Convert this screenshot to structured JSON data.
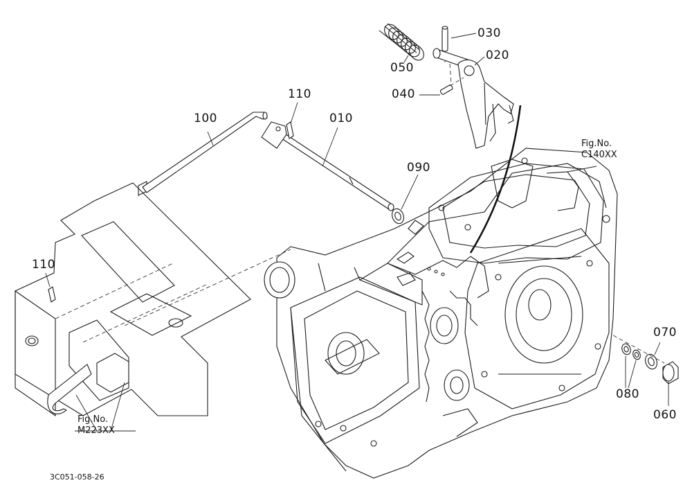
{
  "callouts": {
    "p010": "010",
    "p020": "020",
    "p030": "030",
    "p040": "040",
    "p050": "050",
    "p060": "060",
    "p070": "070",
    "p080": "080",
    "p090": "090",
    "p100": "100",
    "p110_top": "110",
    "p110_left": "110"
  },
  "fig_refs": {
    "housing": {
      "line1": "Fig.No.",
      "line2": "C140XX"
    },
    "panel": {
      "line1": "Fig.No.",
      "line2": "M223XX"
    }
  },
  "drawing_code": "3C051-058-26",
  "colors": {
    "ink": "#1a1a1a",
    "background": "#ffffff"
  }
}
